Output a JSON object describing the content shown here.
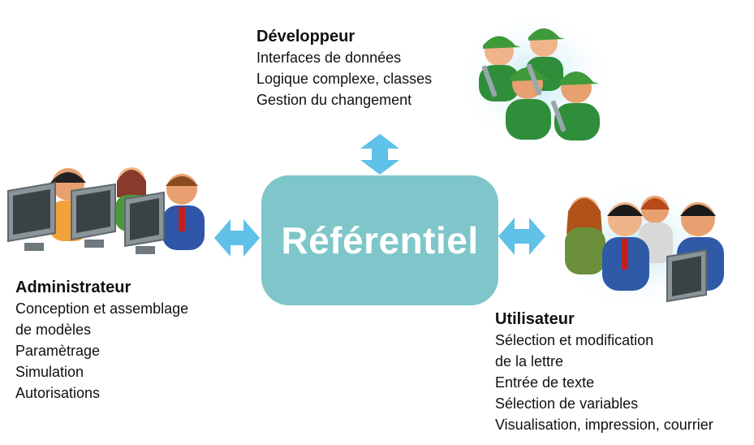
{
  "hub": {
    "label": "Référentiel",
    "color": "#7ec6c9"
  },
  "arrow_color": "#5fc0e8",
  "developer": {
    "title": "Développeur",
    "lines": [
      "Interfaces de données",
      "Logique complexe, classes",
      "Gestion du changement"
    ],
    "icon": "developer-team-wrench-icon"
  },
  "administrator": {
    "title": "Administrateur",
    "lines": [
      "Conception et assemblage",
      "de modèles",
      "Paramètrage",
      "Simulation",
      "Autorisations"
    ],
    "icon": "admin-users-monitors-icon"
  },
  "user": {
    "title": "Utilisateur",
    "lines": [
      "Sélection et modification",
      "de la lettre",
      "Entrée de texte",
      "Sélection de variables",
      "Visualisation, impression, courrier"
    ],
    "icon": "end-users-group-icon"
  }
}
